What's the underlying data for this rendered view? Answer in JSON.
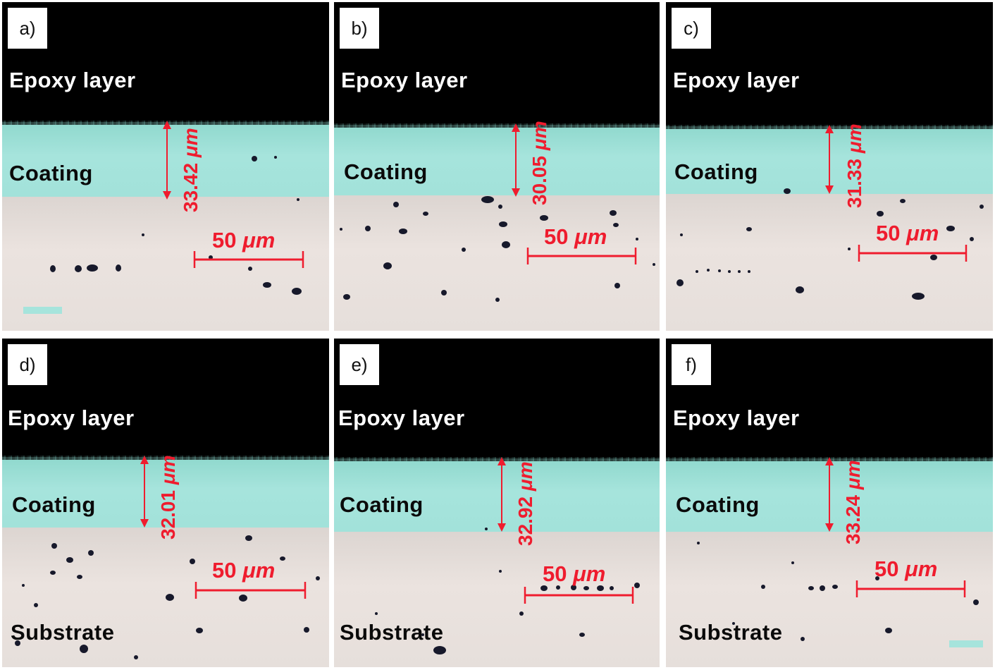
{
  "panels": [
    {
      "tag": "a)",
      "epoxy_label": "Epoxy layer",
      "coating_label": "Coating",
      "substrate_label": "",
      "thickness": "33.42",
      "unit": "μm",
      "scale": "50",
      "scale_unit": "μm"
    },
    {
      "tag": "b)",
      "epoxy_label": "Epoxy layer",
      "coating_label": "Coating",
      "substrate_label": "",
      "thickness": "30.05",
      "unit": "μm",
      "scale": "50",
      "scale_unit": "μm"
    },
    {
      "tag": "c)",
      "epoxy_label": "Epoxy layer",
      "coating_label": "Coating",
      "substrate_label": "",
      "thickness": "31.33",
      "unit": "μm",
      "scale": "50",
      "scale_unit": "μm"
    },
    {
      "tag": "d)",
      "epoxy_label": "Epoxy layer",
      "coating_label": "Coating",
      "substrate_label": "Substrate",
      "thickness": "32.01",
      "unit": "μm",
      "scale": "50",
      "scale_unit": "μm"
    },
    {
      "tag": "e)",
      "epoxy_label": "Epoxy layer",
      "coating_label": "Coating",
      "substrate_label": "Substrate",
      "thickness": "32.92",
      "unit": "μm",
      "scale": "50",
      "scale_unit": "μm"
    },
    {
      "tag": "f)",
      "epoxy_label": "Epoxy layer",
      "coating_label": "Coating",
      "substrate_label": "Substrate",
      "thickness": "33.24",
      "unit": "μm",
      "scale": "50",
      "scale_unit": "μm"
    }
  ],
  "colors": {
    "epoxy": "#000000",
    "coating": "#a4e3db",
    "substrate": "#e8e1dd",
    "annotation": "#ef1c2e"
  }
}
